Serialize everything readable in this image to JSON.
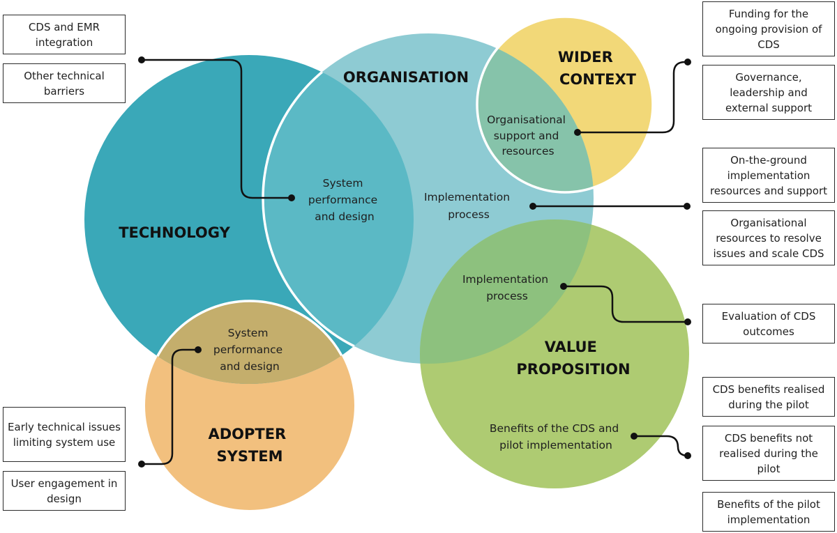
{
  "circles": {
    "technology": {
      "label": [
        "TECHNOLOGY"
      ],
      "color": "#3AA8B8"
    },
    "organisation": {
      "label": [
        "ORGANISATION"
      ],
      "color": "#8ECBD3"
    },
    "wider_context": {
      "label": [
        "WIDER",
        "CONTEXT"
      ],
      "color": "#F2D878"
    },
    "adopter_system": {
      "label": [
        "ADOPTER",
        "SYSTEM"
      ],
      "color": "#F2C07E"
    },
    "value_proposition": {
      "label": [
        "VALUE",
        "PROPOSITION"
      ],
      "color": "#AECB72"
    }
  },
  "overlap_labels": {
    "tech_org": [
      "System",
      "performance",
      "and design"
    ],
    "org_center": [
      "Implementation",
      "process"
    ],
    "org_wider": [
      "Organisational",
      "support and",
      "resources"
    ],
    "org_value": [
      "Implementation",
      "process"
    ],
    "tech_adopter": [
      "System",
      "performance",
      "and design"
    ],
    "value_bottom": [
      "Benefits of the CDS and",
      "pilot implementation"
    ]
  },
  "boxes": {
    "cds_emr": "CDS and EMR integration",
    "other_technical": "Other technical barriers",
    "funding": "Funding for the ongoing provision of CDS",
    "governance": "Governance, leadership and external support",
    "on_the_ground": "On-the-ground implementation resources and support",
    "org_resources": "Organisational resources to resolve issues and scale CDS",
    "evaluation": "Evaluation of CDS outcomes",
    "benefits_realised": "CDS benefits realised during the pilot",
    "benefits_not_realised": "CDS benefits not realised during the pilot",
    "benefits_pilot": "Benefits of the pilot implementation",
    "early_technical": "Early technical issues limiting system use",
    "user_engagement": "User engagement in design"
  }
}
